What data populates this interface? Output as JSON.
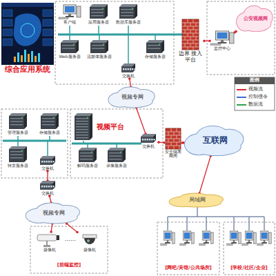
{
  "diagram": {
    "nodes": [
      {
        "text": [
          "综合应用系统"
        ]
      },
      {
        "text": [
          "客户端"
        ]
      },
      {
        "text": [
          "应用服务器"
        ]
      },
      {
        "text": [
          "数据库服务器"
        ]
      },
      {
        "text": [
          "Web服务器"
        ]
      },
      {
        "text": [
          "流媒体服务器"
        ]
      },
      {
        "text": [
          "存储服务器"
        ]
      },
      {
        "text": [
          "交换机"
        ]
      },
      {
        "text": [
          "边界 接入平台"
        ]
      },
      {
        "text": [
          "监控中心"
        ]
      },
      {
        "text": [
          "公安视频网"
        ]
      },
      {
        "text": [
          "视频专网"
        ]
      },
      {
        "text": [
          "管理服务器"
        ]
      },
      {
        "text": [
          "存储服务器"
        ]
      },
      {
        "text": [
          "转发服务器"
        ]
      },
      {
        "text": [
          "交换机"
        ]
      },
      {
        "text": [
          "交换机"
        ]
      },
      {
        "text": [
          "视频平台"
        ]
      },
      {
        "text": [
          "解码服务器"
        ]
      },
      {
        "text": [
          "录像服务器"
        ]
      },
      {
        "text": [
          "交换机"
        ]
      },
      {
        "text": [
          "安全隔离网闸"
        ]
      },
      {
        "text": [
          "互联网"
        ]
      },
      {
        "text": [
          "局域网"
        ]
      },
      {
        "text": [
          "视频专网"
        ]
      },
      {
        "text": [
          "摄像机"
        ]
      },
      {
        "text": [
          "摄像机"
        ]
      }
    ],
    "edges": [
      {
        "from": 7,
        "to": 11,
        "arrow": "none"
      },
      {
        "from": 11,
        "to": 20,
        "arrow": "none"
      },
      {
        "from": 20,
        "to": 21,
        "arrow": "none"
      },
      {
        "from": 21,
        "to": 22,
        "arrow": "none"
      },
      {
        "from": 22,
        "to": 23,
        "arrow": "none"
      },
      {
        "from": 8,
        "to": 9,
        "arrow": "none"
      },
      {
        "from": 9,
        "to": 10,
        "arrow": "none"
      },
      {
        "from": 15,
        "to": 16,
        "arrow": "none"
      },
      {
        "from": 16,
        "to": 24,
        "arrow": "none"
      },
      {
        "from": 24,
        "to": 25,
        "arrow": "none"
      },
      {
        "from": 24,
        "to": 26,
        "arrow": "none"
      }
    ],
    "labels": [
      "……",
      "[前端监控]",
      "[网吧/宾馆/公共场所]",
      "[学校/社区/企业]",
      "图例"
    ],
    "legend": [
      {
        "text": "视频流",
        "color": "#d7262e"
      },
      {
        "text": "控制信令",
        "color": "#3a6fd0"
      },
      {
        "text": "数据流",
        "color": "#2fa04a"
      }
    ]
  }
}
